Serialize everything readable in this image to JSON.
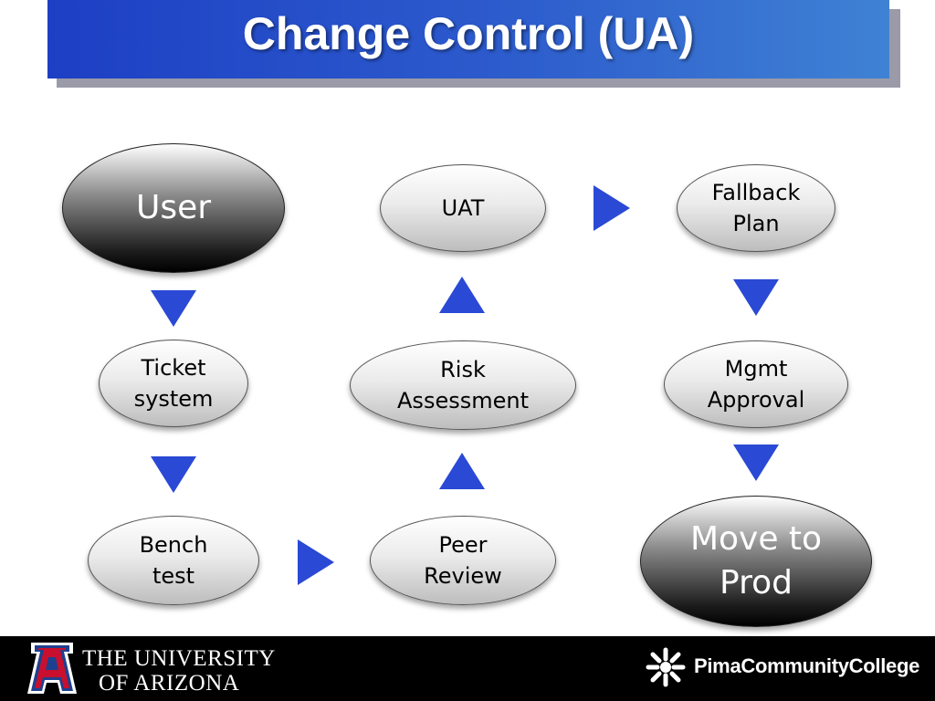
{
  "title": "Change Control (UA)",
  "nodes": {
    "user": "User",
    "ticket_system": "Ticket\nsystem",
    "bench_test": "Bench\ntest",
    "peer_review": "Peer\nReview",
    "risk_assessment": "Risk\nAssessment",
    "uat": "UAT",
    "fallback_plan": "Fallback\nPlan",
    "mgmt_approval": "Mgmt\nApproval",
    "move_to_prod": "Move to\nProd"
  },
  "footer": {
    "ua_line1": "THE UNIVERSITY",
    "ua_line2": "OF ARIZONA",
    "ua_mark": "®",
    "pima_name": "PimaCommunityCollege"
  },
  "colors": {
    "title_bar": "#2d5ccd",
    "arrow": "#2a49d4",
    "footer": "#000000"
  },
  "icons": {
    "ua": "block-a-logo",
    "pima": "pima-sun-logo"
  }
}
